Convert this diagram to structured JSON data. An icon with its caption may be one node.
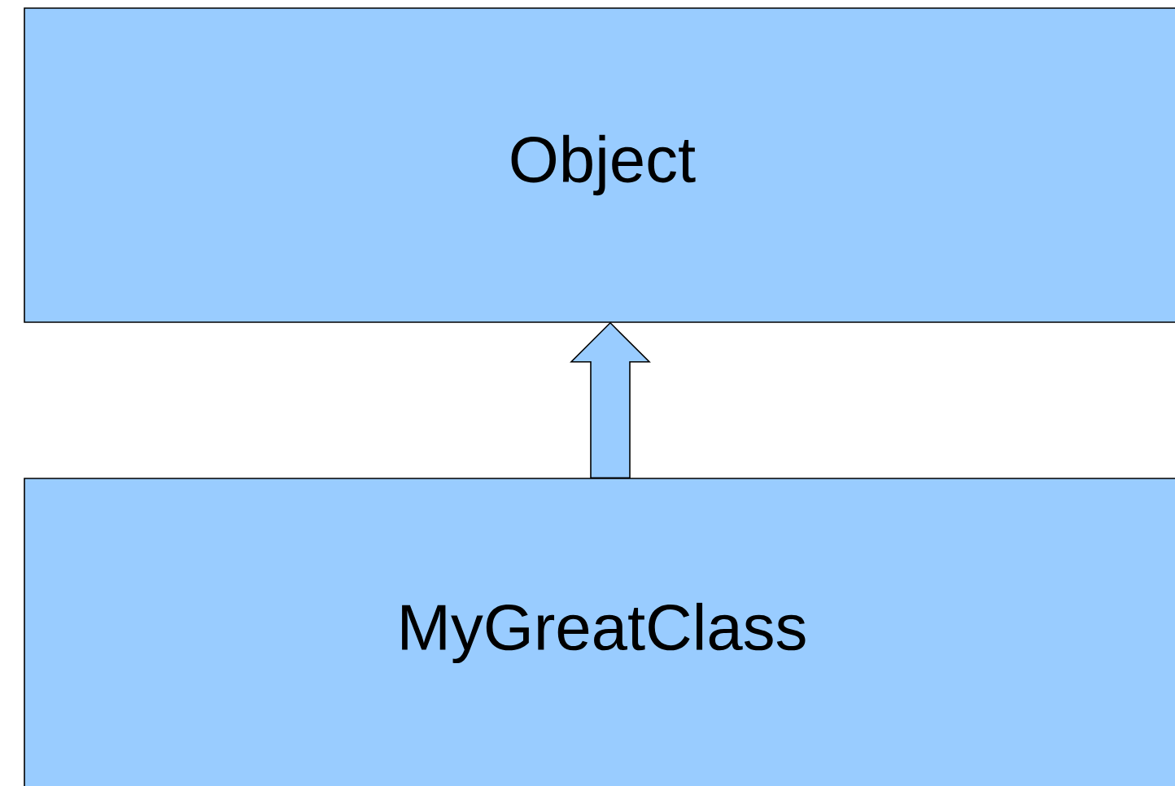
{
  "diagram": {
    "nodes": [
      {
        "text": [
          "Object"
        ]
      },
      {
        "text": [
          "MyGreatClass"
        ]
      }
    ],
    "edges": [
      {
        "from": 1,
        "to": 0,
        "arrow": "to"
      }
    ]
  }
}
